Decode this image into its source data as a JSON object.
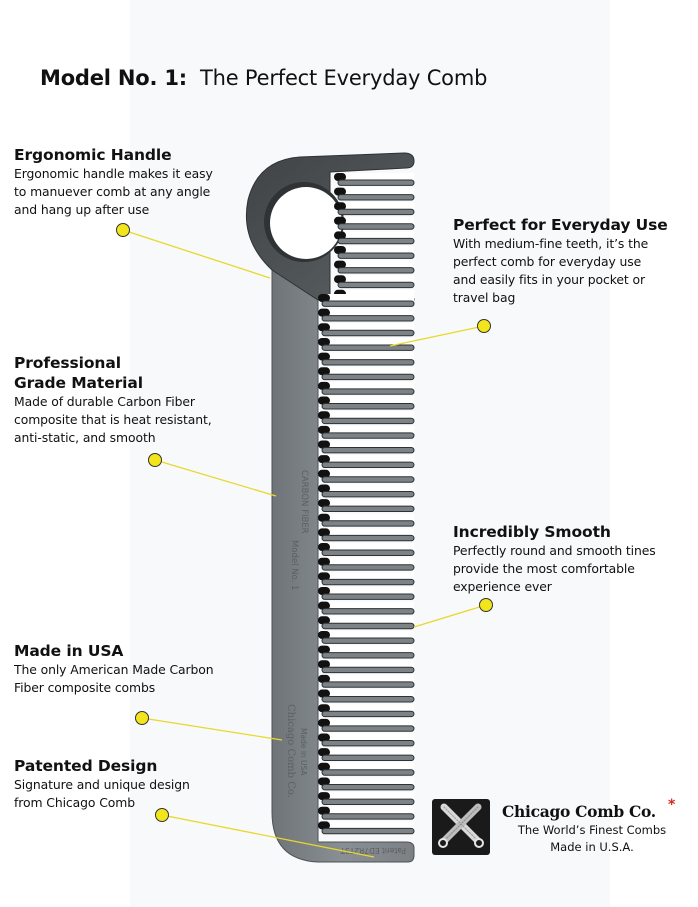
{
  "title": {
    "bold": "Model No. 1:",
    "rest": "The Perfect Everyday Comb"
  },
  "features": [
    {
      "heading": "Ergonomic Handle",
      "lines": [
        "Ergonomic handle makes it easy",
        "to manuever comb at any angle",
        "and hang up after use"
      ]
    },
    {
      "heading": "Perfect for Everyday Use",
      "lines": [
        "With medium-fine teeth, it’s the",
        "perfect comb for everyday use",
        "and easily fits in your pocket or",
        "travel bag"
      ]
    },
    {
      "heading_line1": "Professional",
      "heading_line2": "Grade Material",
      "lines": [
        "Made of durable Carbon Fiber",
        "composite that is heat resistant,",
        "anti-static, and smooth"
      ]
    },
    {
      "heading": "Incredibly Smooth",
      "lines": [
        "Perfectly round and smooth tines",
        "provide the most comfortable",
        "experience ever"
      ]
    },
    {
      "heading": "Made in USA",
      "lines": [
        "The only American Made Carbon",
        "Fiber composite combs"
      ]
    },
    {
      "heading": "Patented Design",
      "lines": [
        "Signature and unique design",
        "from Chicago Comb"
      ]
    }
  ],
  "comb_engravings": {
    "model": "Model No. 1",
    "material": "CARBON FIBER",
    "brand": "Chicago Comb Co.",
    "origin": "Made in USA",
    "patent": "Patent ED7R2T3T"
  },
  "brand": {
    "name": "Chicago Comb Co.",
    "star": "*",
    "tagline": "The World’s Finest Combs",
    "made_in": "Made in U.S.A.",
    "logo_icon": "crossed-combs-icon"
  },
  "colors": {
    "callout_dot": "#f2e51c",
    "callout_line": "#e8d82a",
    "comb_body": "#808589",
    "comb_dark": "#3b3f42",
    "brand_star": "#d9261c"
  }
}
